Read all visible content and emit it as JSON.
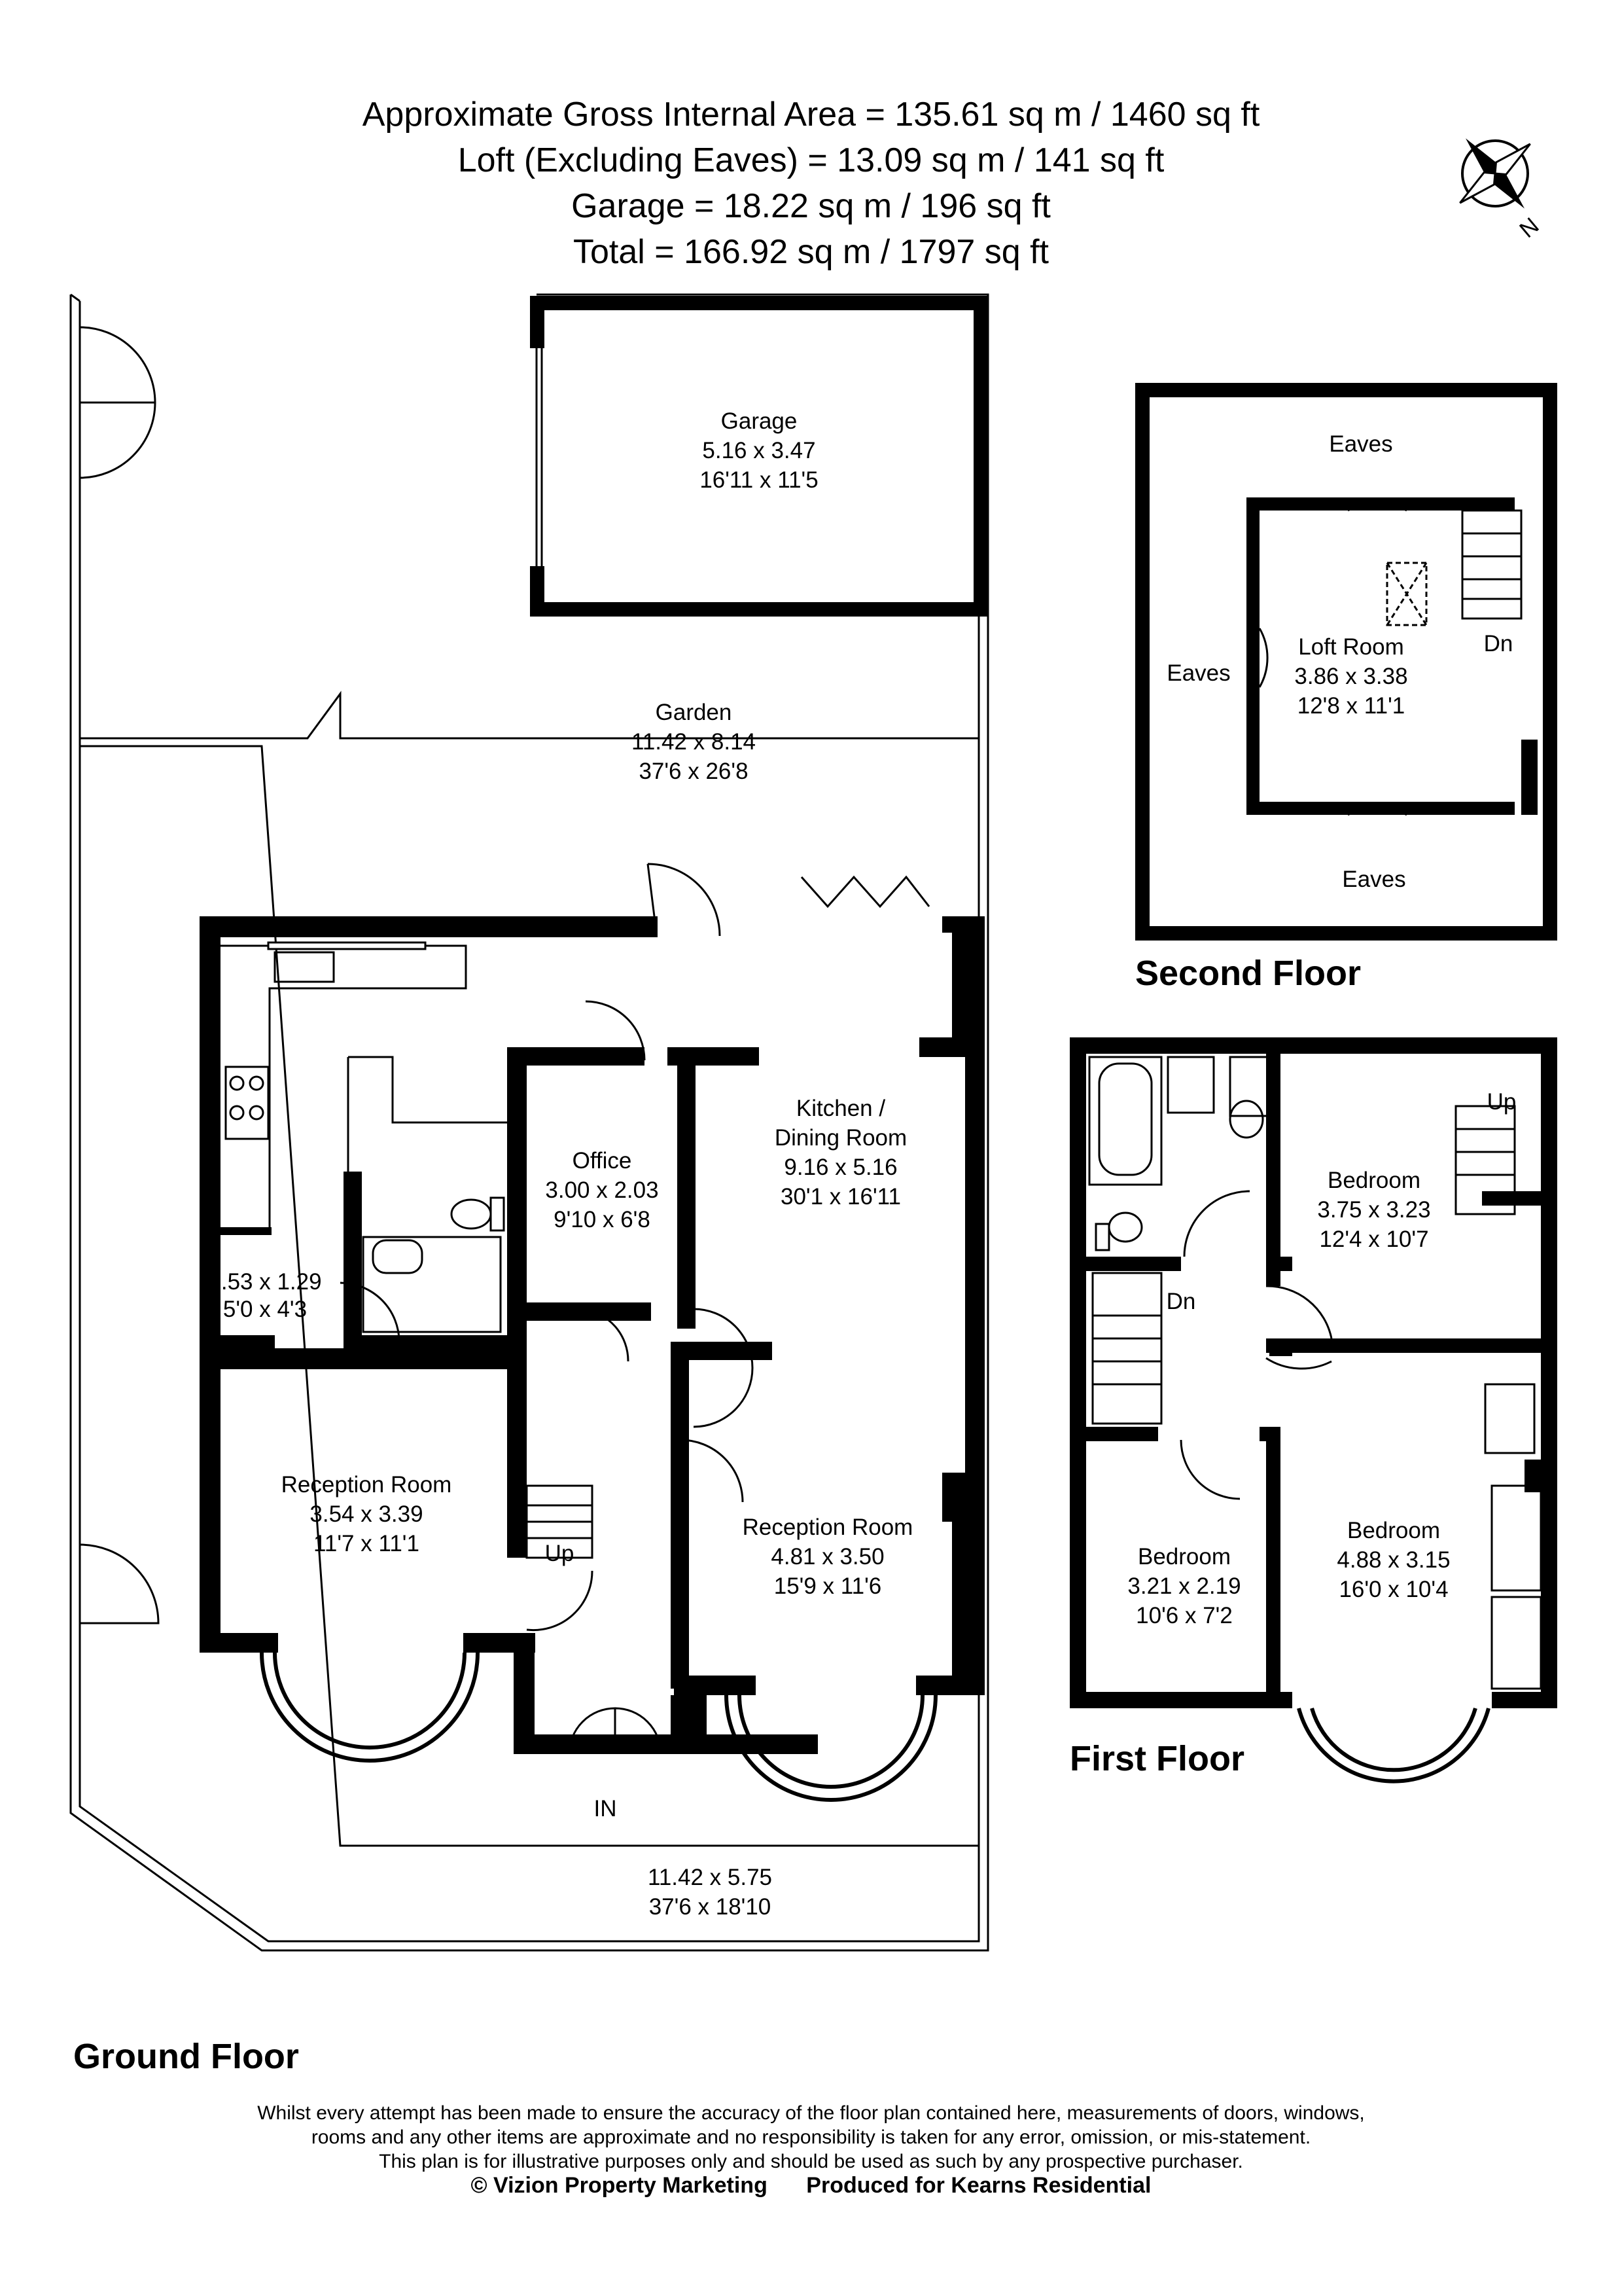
{
  "header": {
    "line1": "Approximate Gross Internal Area = 135.61 sq m / 1460 sq ft",
    "line2": "Loft (Excluding Eaves) = 13.09 sq m / 141 sq ft",
    "line3": "Garage = 18.22 sq m / 196 sq ft",
    "line4": "Total = 166.92 sq m / 1797 sq ft"
  },
  "compass": {
    "label": "N"
  },
  "floors": {
    "ground": "Ground Floor",
    "first": "First Floor",
    "second": "Second Floor"
  },
  "rooms": {
    "garage": {
      "name": "Garage",
      "m": "5.16 x 3.47",
      "ft": "16'11 x 11'5"
    },
    "garden": {
      "name": "Garden",
      "m": "11.42 x 8.14",
      "ft": "37'6 x 26'8"
    },
    "front_garden": {
      "m": "11.42 x 5.75",
      "ft": "37'6 x 18'10"
    },
    "kitchen": {
      "name1": "Kitchen /",
      "name2": "Dining Room",
      "m": "9.16 x 5.16",
      "ft": "30'1 x 16'11"
    },
    "office": {
      "name": "Office",
      "m": "3.00 x 2.03",
      "ft": "9'10 x 6'8"
    },
    "utility": {
      "m": "1.53 x 1.29",
      "ft": "5'0 x 4'3"
    },
    "reception_left": {
      "name": "Reception Room",
      "m": "3.54 x 3.39",
      "ft": "11'7 x 11'1"
    },
    "reception_right": {
      "name": "Reception Room",
      "m": "4.81 x 3.50",
      "ft": "15'9 x 11'6"
    },
    "loft": {
      "name": "Loft Room",
      "m": "3.86 x 3.38",
      "ft": "12'8 x 11'1"
    },
    "bedroom1": {
      "name": "Bedroom",
      "m": "3.75 x 3.23",
      "ft": "12'4 x 10'7"
    },
    "bedroom2": {
      "name": "Bedroom",
      "m": "3.21 x 2.19",
      "ft": "10'6 x 7'2"
    },
    "bedroom3": {
      "name": "Bedroom",
      "m": "4.88 x 3.15",
      "ft": "16'0 x 10'4"
    }
  },
  "labels": {
    "eaves": "Eaves",
    "up": "Up",
    "dn": "Dn",
    "in": "IN"
  },
  "disclaimer": {
    "line1": "Whilst every attempt has been made to ensure the accuracy of the floor plan contained here, measurements of doors, windows,",
    "line2": "rooms and any other items are approximate and no responsibility is taken for any error, omission, or mis-statement.",
    "line3": "This plan is for illustrative purposes only and should be used as such by any prospective purchaser.",
    "credit1": "© Vizion Property Marketing",
    "credit2": "Produced for Kearns Residential"
  }
}
